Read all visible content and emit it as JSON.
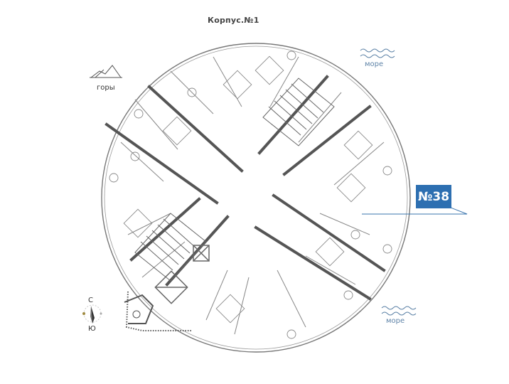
{
  "header": {
    "title": "Корпус.№1"
  },
  "labels": {
    "mountains": "горы",
    "sea_top": "море",
    "sea_bottom": "море"
  },
  "compass": {
    "north": "С",
    "south": "Ю"
  },
  "apartment_badge": {
    "label": "№38",
    "color": "#2d6fb1"
  },
  "colors": {
    "wall": "#555555",
    "thin_line": "#8a8a8a",
    "sea_text": "#5f84a8",
    "leader_line": "#3a74ad"
  }
}
